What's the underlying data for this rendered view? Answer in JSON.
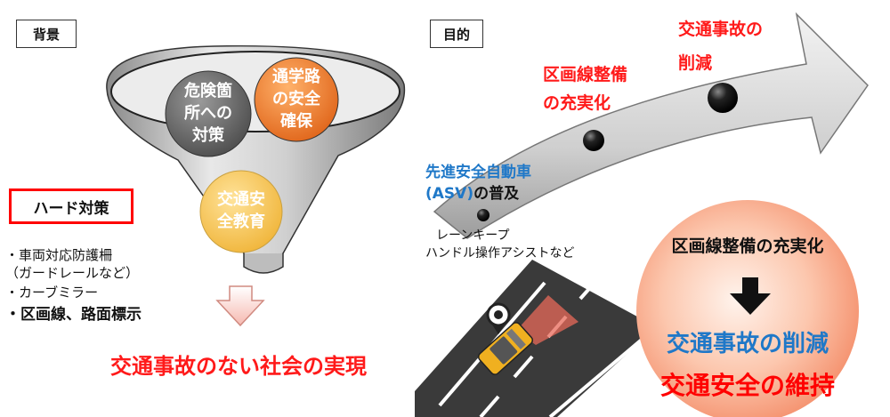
{
  "left": {
    "section_label": "背景",
    "funnel_items": [
      {
        "line1": "危険箇",
        "line2": "所への",
        "line3": "対策"
      },
      {
        "line1": "通学路",
        "line2": "の安全",
        "line3": "確保"
      },
      {
        "line1": "交通安",
        "line2": "全教育"
      }
    ],
    "hard_measures_label": "ハード対策",
    "bullets": [
      "・車両対応防護柵",
      "（ガードレールなど）",
      "・カーブミラー",
      "・区画線、路面標示"
    ],
    "result": "交通事故のない社会の実現"
  },
  "right": {
    "section_label": "目的",
    "stage1": {
      "line1": "先進安全自動車",
      "line2_prefix": "(ASV)",
      "line2_suffix": "の普及"
    },
    "stage1_note": {
      "line1": "レーンキープ",
      "line2": "ハンドル操作アシストなど"
    },
    "stage2": {
      "line1": "区画線整備",
      "line2": "の充実化"
    },
    "stage3": {
      "line1": "交通事故の",
      "line2": "削減"
    },
    "circle": {
      "heading": "区画線整備の充実化",
      "line1": "交通事故の削減",
      "line2": "交通安全の維持"
    }
  },
  "colors": {
    "red": "#ff0000",
    "blue": "#1f78c8",
    "orange_bubble": "#f07b22",
    "gray_bubble": "#6b6b6b",
    "yellow_bubble": "#f7c84a",
    "circle_fill": "#f9a98a"
  }
}
